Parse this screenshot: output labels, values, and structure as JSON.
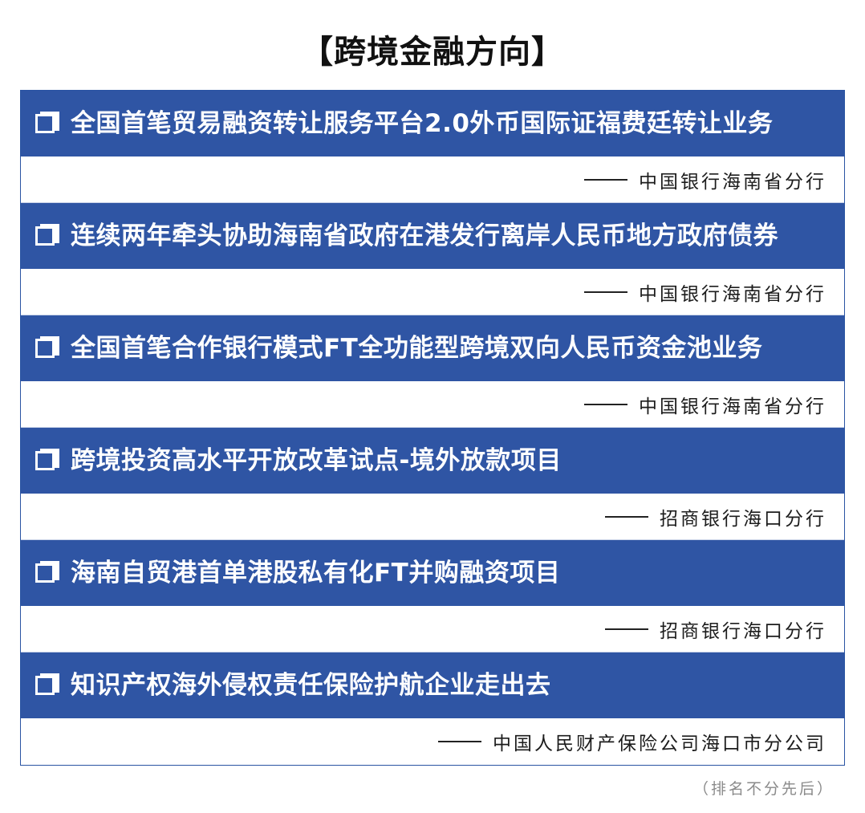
{
  "page": {
    "title": "【跨境金融方向】",
    "footnote": "（排名不分先后）"
  },
  "theme": {
    "header_bg": "#2f55a4",
    "border": "#2a54a3",
    "checkbox_icon": "checkbox-square-icon",
    "dash_icon": "em-dash-icon"
  },
  "entries": [
    {
      "title": "全国首笔贸易融资转让服务平台2.0外币国际证福费廷转让业务",
      "source": "中国银行海南省分行"
    },
    {
      "title": "连续两年牵头协助海南省政府在港发行离岸人民币地方政府债券",
      "source": "中国银行海南省分行"
    },
    {
      "title": "全国首笔合作银行模式FT全功能型跨境双向人民币资金池业务",
      "source": "中国银行海南省分行"
    },
    {
      "title": "跨境投资高水平开放改革试点-境外放款项目",
      "source": "招商银行海口分行"
    },
    {
      "title": "海南自贸港首单港股私有化FT并购融资项目",
      "source": "招商银行海口分行"
    },
    {
      "title": "知识产权海外侵权责任保险护航企业走出去",
      "source": "中国人民财产保险公司海口市分公司"
    }
  ]
}
